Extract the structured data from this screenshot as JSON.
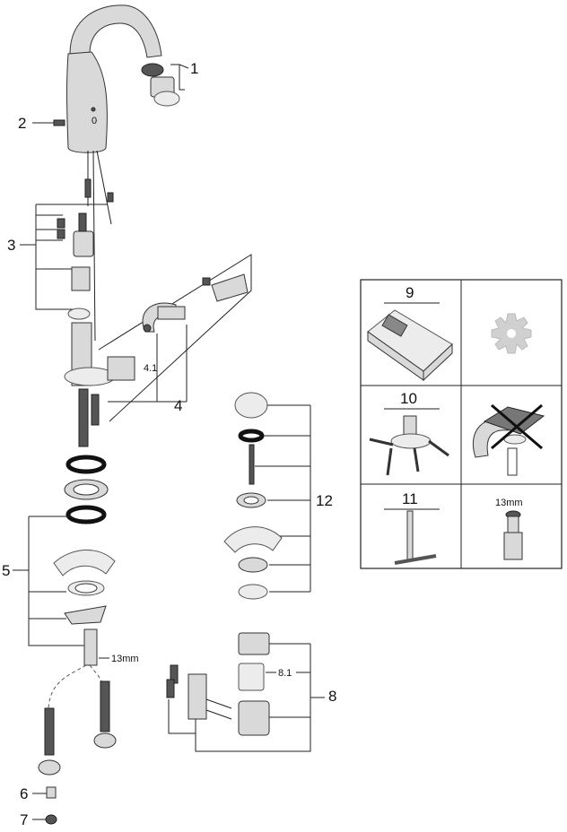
{
  "labels": {
    "l1": "1",
    "l2": "2",
    "l3": "3",
    "l4": "4",
    "l4_1": "4.1",
    "l5": "5",
    "l6": "6",
    "l7": "7",
    "l8": "8",
    "l8_1": "8.1",
    "l9": "9",
    "l10": "10",
    "l11": "11",
    "l12": "12",
    "wrench_a": "13mm",
    "wrench_b": "13mm"
  },
  "icons": {
    "settings": "gear-icon",
    "remote": "remote-control-icon",
    "hex_key": "hex-key-icon",
    "socket": "socket-wrench-icon"
  },
  "colors": {
    "line": "#222222",
    "part_fill": "#d9d9d9",
    "accent_dark": "#555555"
  }
}
